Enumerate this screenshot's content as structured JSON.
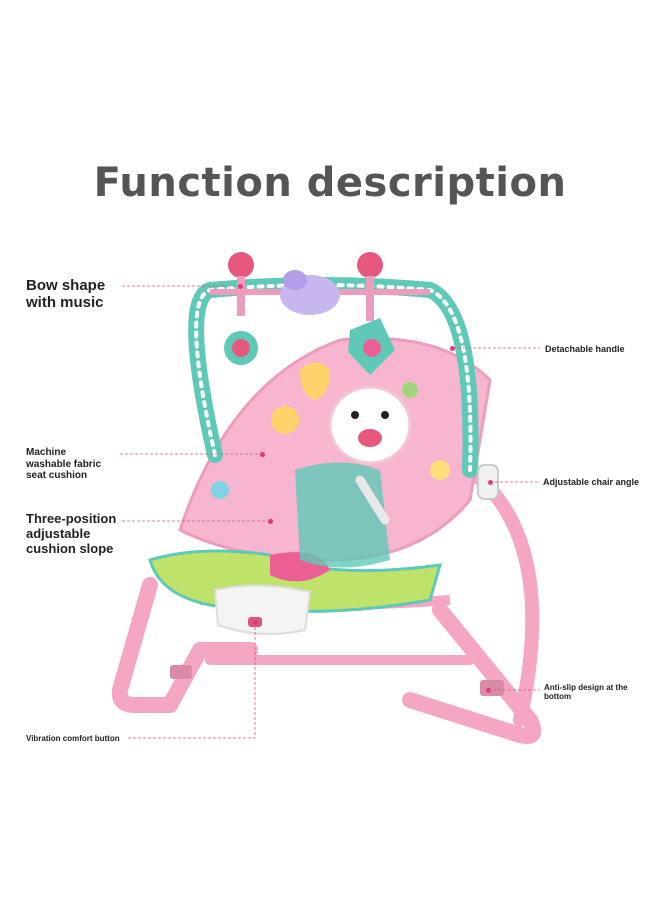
{
  "title": "Function description",
  "labels": {
    "bow": "Bow shape\nwith music",
    "handle": "Detachable handle",
    "fabric": "Machine\nwashable fabric\nseat cushion",
    "angle": "Adjustable chair angle",
    "slope": "Three-position\nadjustable\ncushion slope",
    "antislip": "Anti-slip design at the\nbottom",
    "vibration": "Vibration comfort button"
  },
  "colors": {
    "frame": "#f4a6c4",
    "seat": "#f8b5d0",
    "bar": "#5fc9b8",
    "leader": "#d9587f"
  }
}
